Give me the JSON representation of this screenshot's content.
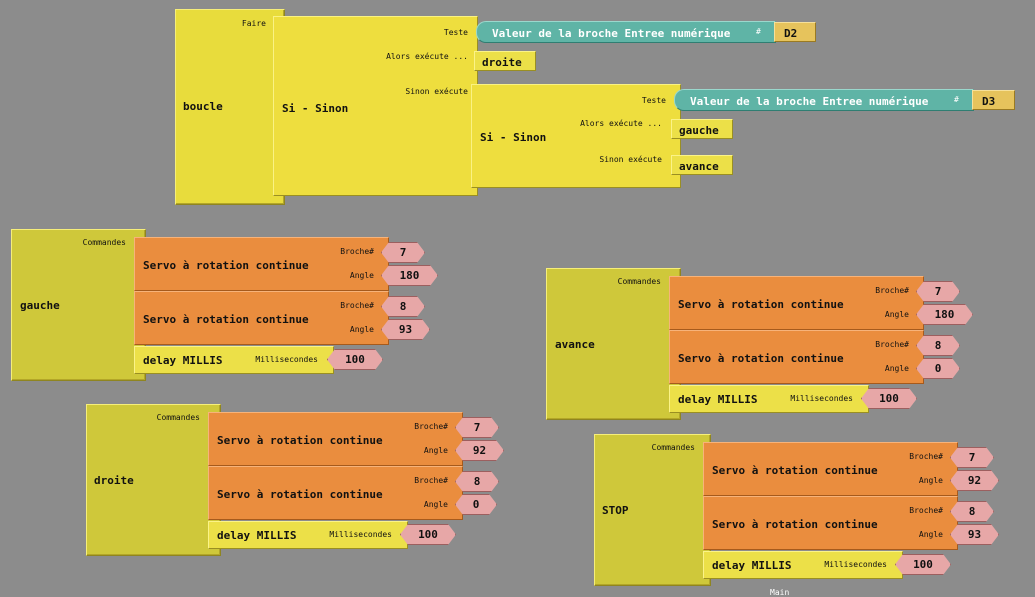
{
  "colors": {
    "workspace": "#8c8c8c",
    "procedure": "#e8dc3c",
    "servo": "#ea8d3e",
    "number": "#e7a7a7",
    "teal": "#5fb4a6",
    "pin": "#e6c35c"
  },
  "loop": {
    "name": "boucle",
    "faire": "Faire",
    "if1": {
      "title": "Si - Sinon",
      "teste": "Teste",
      "alors": "Alors exécute ...",
      "sinon": "Sinon exécute",
      "sensor": "Valeur de la broche Entree numérique",
      "hash": "#",
      "pin": "D2",
      "then_call": "droite",
      "if2": {
        "title": "Si - Sinon",
        "teste": "Teste",
        "alors": "Alors exécute ...",
        "sinon": "Sinon exécute",
        "sensor": "Valeur de la broche Entree numérique",
        "hash": "#",
        "pin": "D3",
        "then_call": "gauche",
        "else_call": "avance"
      }
    }
  },
  "procedures": {
    "gauche": {
      "name": "gauche",
      "commandes": "Commandes",
      "servo1": {
        "label": "Servo à rotation continue",
        "broche_label": "Broche#",
        "broche": "7",
        "angle_label": "Angle",
        "angle": "180"
      },
      "servo2": {
        "label": "Servo à rotation continue",
        "broche_label": "Broche#",
        "broche": "8",
        "angle_label": "Angle",
        "angle": "93"
      },
      "delay": {
        "label": "delay MILLIS",
        "ms_label": "Millisecondes",
        "ms": "100"
      }
    },
    "droite": {
      "name": "droite",
      "commandes": "Commandes",
      "servo1": {
        "label": "Servo à rotation continue",
        "broche_label": "Broche#",
        "broche": "7",
        "angle_label": "Angle",
        "angle": "92"
      },
      "servo2": {
        "label": "Servo à rotation continue",
        "broche_label": "Broche#",
        "broche": "8",
        "angle_label": "Angle",
        "angle": "0"
      },
      "delay": {
        "label": "delay MILLIS",
        "ms_label": "Millisecondes",
        "ms": "100"
      }
    },
    "avance": {
      "name": "avance",
      "commandes": "Commandes",
      "servo1": {
        "label": "Servo à rotation continue",
        "broche_label": "Broche#",
        "broche": "7",
        "angle_label": "Angle",
        "angle": "180"
      },
      "servo2": {
        "label": "Servo à rotation continue",
        "broche_label": "Broche#",
        "broche": "8",
        "angle_label": "Angle",
        "angle": "0"
      },
      "delay": {
        "label": "delay MILLIS",
        "ms_label": "Millisecondes",
        "ms": "100"
      }
    },
    "stop": {
      "name": "STOP",
      "commandes": "Commandes",
      "servo1": {
        "label": "Servo à rotation continue",
        "broche_label": "Broche#",
        "broche": "7",
        "angle_label": "Angle",
        "angle": "92"
      },
      "servo2": {
        "label": "Servo à rotation continue",
        "broche_label": "Broche#",
        "broche": "8",
        "angle_label": "Angle",
        "angle": "93"
      },
      "delay": {
        "label": "delay MILLIS",
        "ms_label": "Millisecondes",
        "ms": "100"
      }
    }
  },
  "footer_text": "Main"
}
